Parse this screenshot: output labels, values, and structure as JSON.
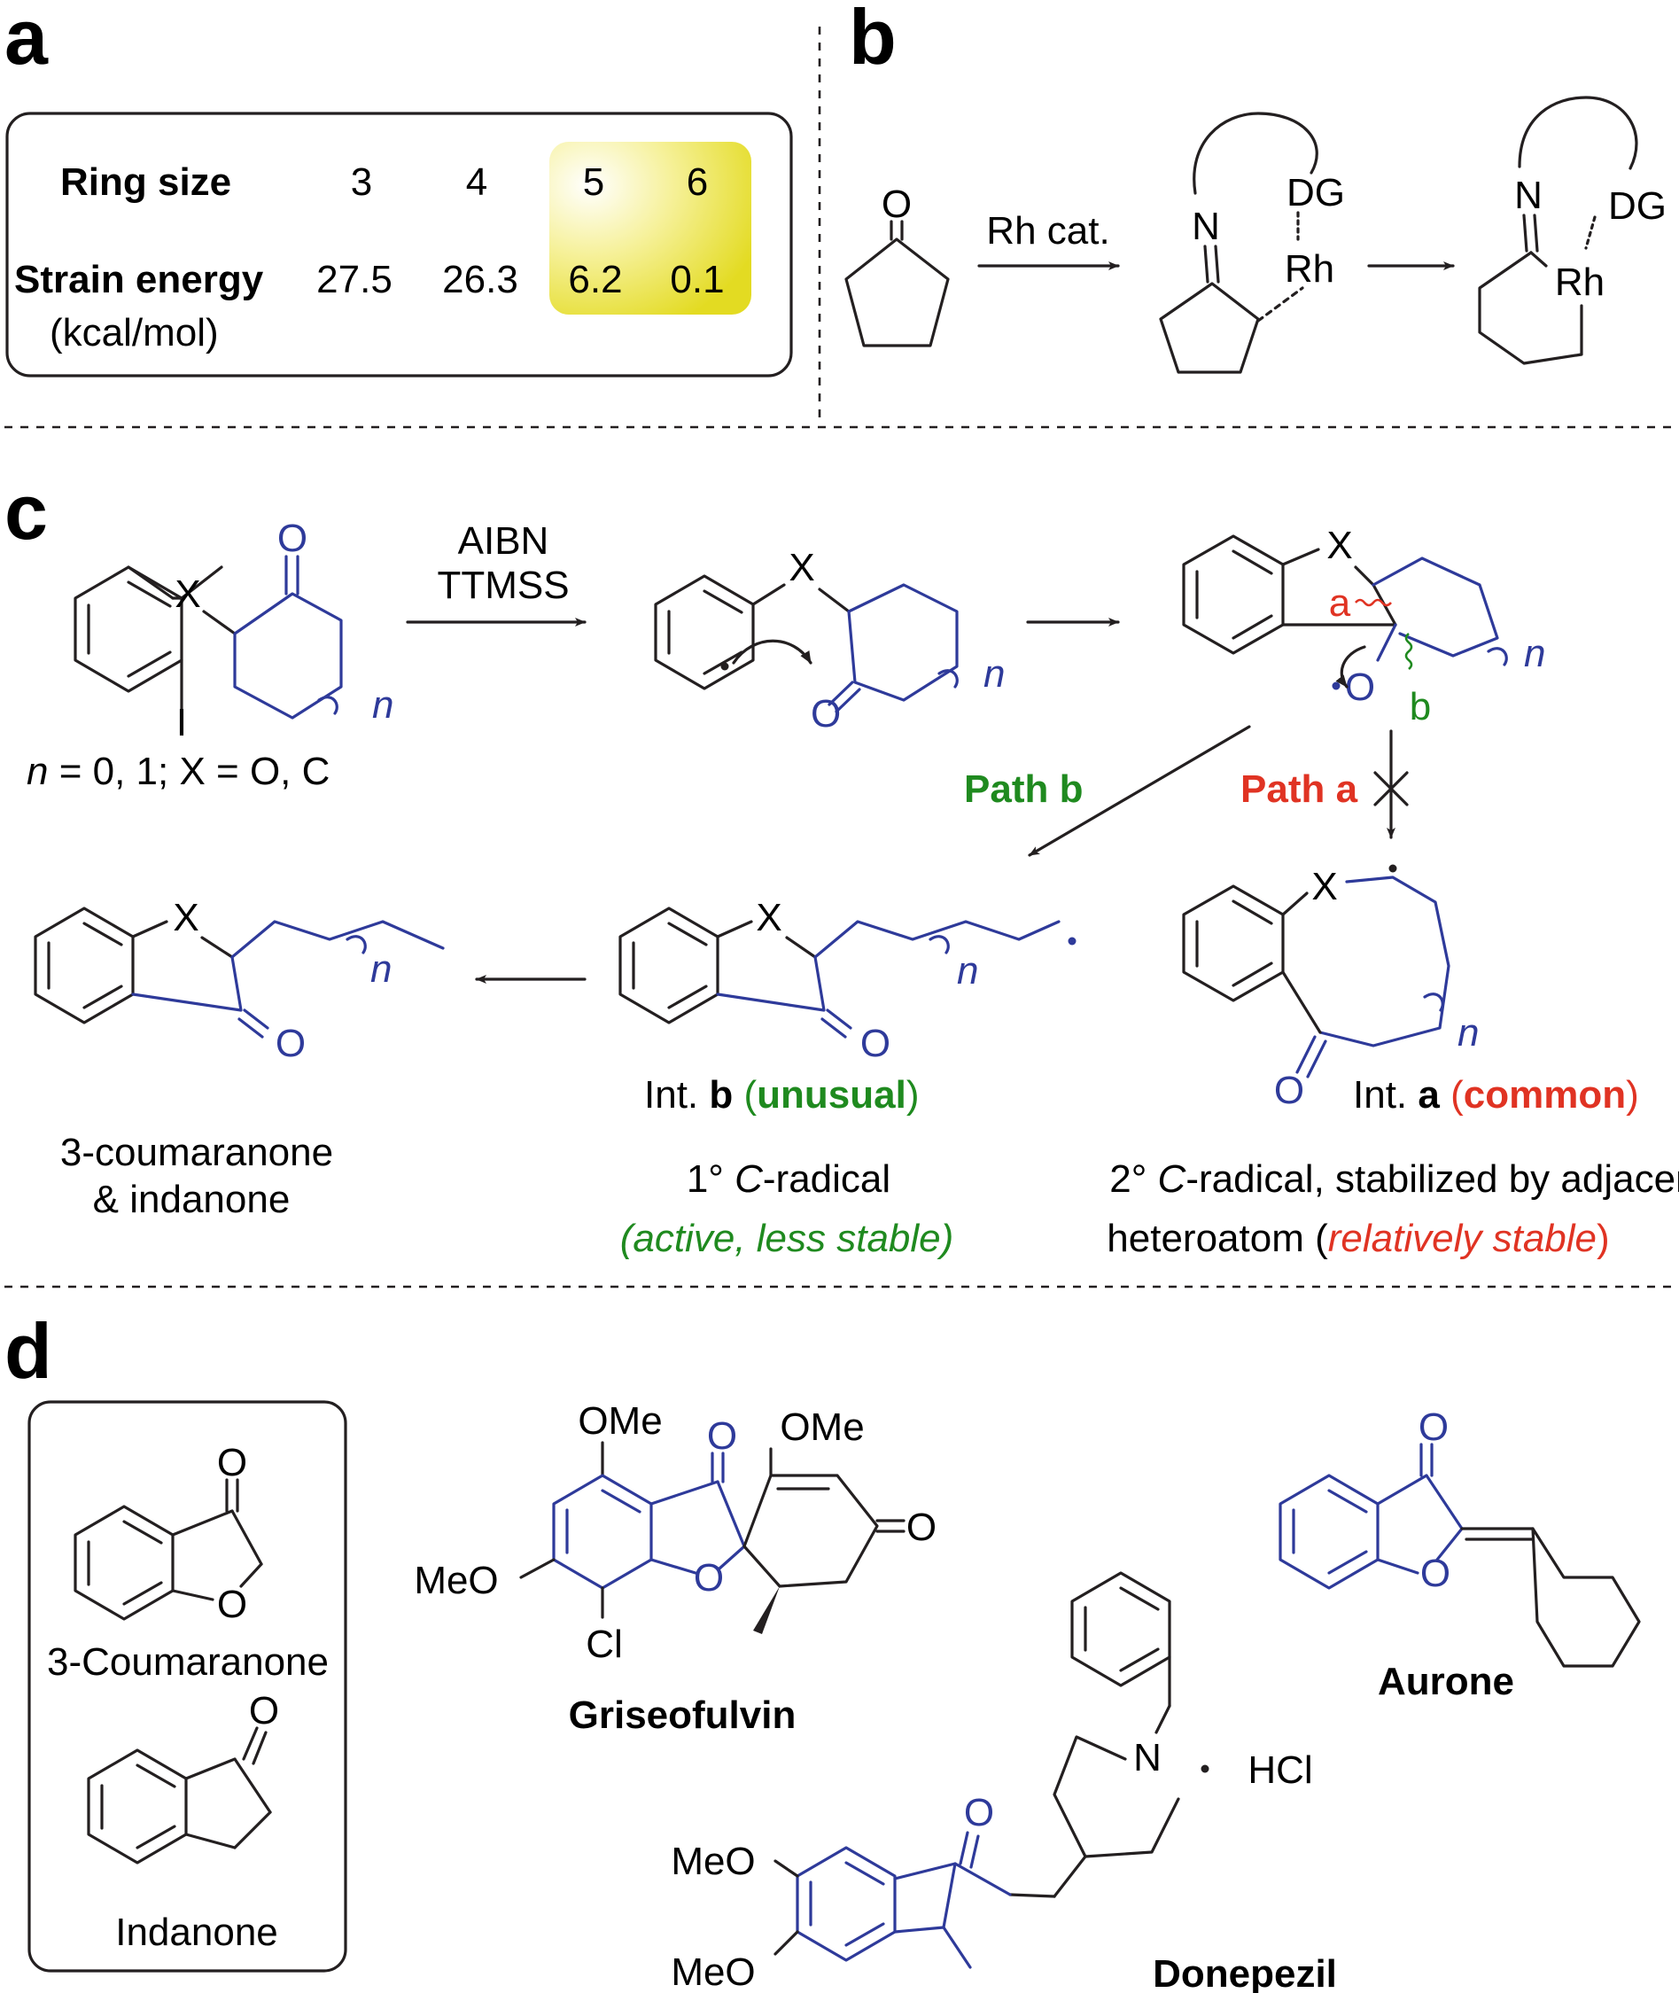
{
  "panels": {
    "a": "a",
    "b": "b",
    "c": "c",
    "d": "d"
  },
  "panel_a": {
    "ring_size_label": "Ring size",
    "strain_label": "Strain energy",
    "unit_label": "(kcal/mol)",
    "ring_sizes": [
      "3",
      "4",
      "5",
      "6"
    ],
    "strain_values": [
      "27.5",
      "26.3",
      "6.2",
      "0.1"
    ],
    "highlight_color": "#e8e02a"
  },
  "panel_b": {
    "o": "O",
    "reagent": "Rh cat.",
    "n": "N",
    "dg": "DG",
    "rh": "Rh"
  },
  "panel_c": {
    "x": "X",
    "i": "I",
    "o": "O",
    "n": "n",
    "cond1": "AIBN",
    "cond2": "TTMSS",
    "scope": {
      "n": "n",
      "rest": " = 0, 1; X = O, C"
    },
    "bond_a": "a",
    "bond_b": "b",
    "path_b": "Path b",
    "path_a": "Path a",
    "int_b": {
      "pre": "Int. ",
      "letter": "b",
      "open": " (",
      "tag": "unusual",
      "close": ")"
    },
    "int_a": {
      "pre": "Int. ",
      "letter": "a",
      "open": " (",
      "tag": "common",
      "close": ")"
    },
    "product1": "3-coumaranone",
    "product2": "& indanone",
    "rad_b_line1_pre": "1° ",
    "rad_b_line1_c": "C",
    "rad_b_line1_post": "-radical",
    "rad_b_line2": "(active, less stable)",
    "rad_a_line1_pre": "2° ",
    "rad_a_line1_c": "C",
    "rad_a_line1_post": "-radical, stabilized by adjacent",
    "rad_a_line2_pre": "heteroatom (",
    "rad_a_line2_it": "relatively stable",
    "rad_a_line2_post": ")"
  },
  "panel_d": {
    "box_label_1": "3-Coumaranone",
    "box_label_2": "Indanone",
    "o": "O",
    "ome": "OMe",
    "meo": "MeO",
    "cl": "Cl",
    "n": "N",
    "hcl": "HCl",
    "dot": "·",
    "names": {
      "griseofulvin": "Griseofulvin",
      "aurone": "Aurone",
      "donepezil": "Donepezil"
    }
  },
  "colors": {
    "black": "#231f20",
    "blue": "#2e3a9a",
    "green": "#1f8a1f",
    "red": "#e03323"
  }
}
